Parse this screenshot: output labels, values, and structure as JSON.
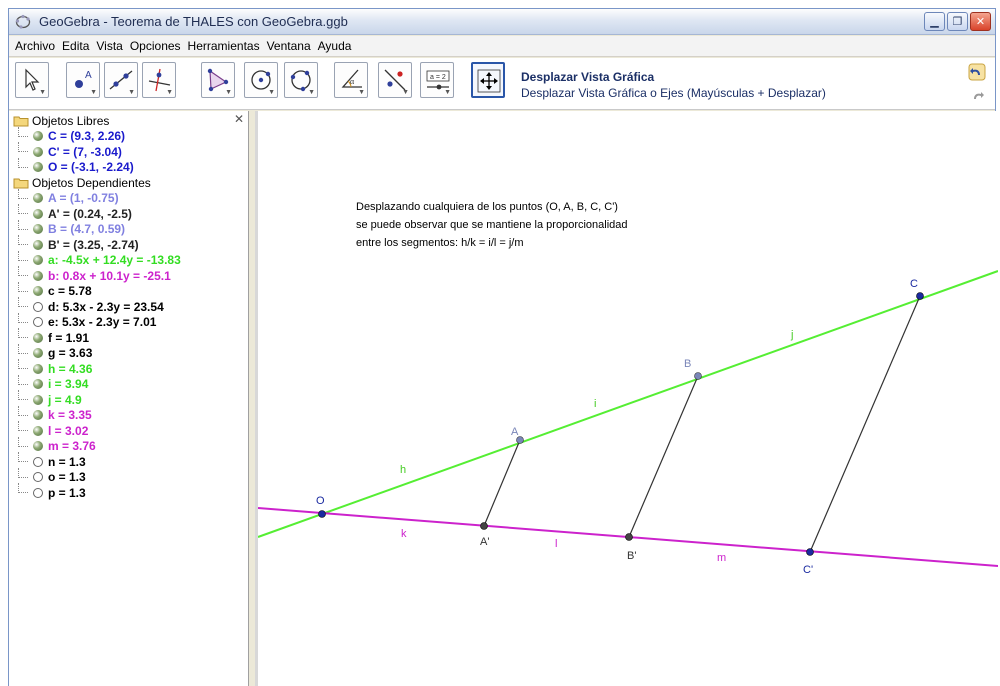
{
  "window": {
    "title": "GeoGebra - Teorema de THALES con GeoGebra.ggb"
  },
  "menu": [
    "Archivo",
    "Edita",
    "Vista",
    "Opciones",
    "Herramientas",
    "Ventana",
    "Ayuda"
  ],
  "toolbar": {
    "tools": [
      "move-tool",
      "point-tool",
      "line-tool",
      "perpendicular-line-tool",
      "polygon-tool",
      "circle-center-point-tool",
      "circle-three-points-tool",
      "angle-tool",
      "reflect-tool",
      "slider-tool",
      "move-graphics-view-tool"
    ],
    "slider_tool_label": "a = 2",
    "active_tool_title": "Desplazar Vista Gráfica",
    "active_tool_help": "Desplazar Vista Gráfica o Ejes (Mayúsculas + Desplazar)"
  },
  "algebra": {
    "free_folder": "Objetos Libres",
    "dependent_folder": "Objetos Dependientes",
    "free": [
      {
        "text": "C = (9.3, 2.26)",
        "color": "#1a1acc",
        "visible": true
      },
      {
        "text": "C' = (7, -3.04)",
        "color": "#1a1acc",
        "visible": true
      },
      {
        "text": "O = (-3.1, -2.24)",
        "color": "#1a1acc",
        "visible": true
      }
    ],
    "dependent": [
      {
        "text": "A = (1, -0.75)",
        "color": "#8080e0",
        "visible": true
      },
      {
        "text": "A' = (0.24, -2.5)",
        "color": "#222222",
        "visible": true
      },
      {
        "text": "B = (4.7, 0.59)",
        "color": "#8080e0",
        "visible": true
      },
      {
        "text": "B' = (3.25, -2.74)",
        "color": "#222222",
        "visible": true
      },
      {
        "text": "a: -4.5x + 12.4y = -13.83",
        "color": "#33dd22",
        "visible": true
      },
      {
        "text": "b: 0.8x + 10.1y = -25.1",
        "color": "#cc22cc",
        "visible": true
      },
      {
        "text": "c = 5.78",
        "color": "#000000",
        "visible": true
      },
      {
        "text": "d: 5.3x - 2.3y = 23.54",
        "color": "#000000",
        "visible": false
      },
      {
        "text": "e: 5.3x - 2.3y = 7.01",
        "color": "#000000",
        "visible": false
      },
      {
        "text": "f = 1.91",
        "color": "#000000",
        "visible": true
      },
      {
        "text": "g = 3.63",
        "color": "#000000",
        "visible": true
      },
      {
        "text": "h = 4.36",
        "color": "#33dd22",
        "visible": true
      },
      {
        "text": "i = 3.94",
        "color": "#33dd22",
        "visible": true
      },
      {
        "text": "j = 4.9",
        "color": "#33dd22",
        "visible": true
      },
      {
        "text": "k = 3.35",
        "color": "#cc22cc",
        "visible": true
      },
      {
        "text": "l = 3.02",
        "color": "#cc22cc",
        "visible": true
      },
      {
        "text": "m = 3.76",
        "color": "#cc22cc",
        "visible": true
      },
      {
        "text": "n = 1.3",
        "color": "#000000",
        "visible": false
      },
      {
        "text": "o = 1.3",
        "color": "#000000",
        "visible": false
      },
      {
        "text": "p = 1.3",
        "color": "#000000",
        "visible": false
      }
    ]
  },
  "graphics": {
    "note_lines": [
      "Desplazando cualquiera de los puntos (O, A, B, C, C')",
      "se puede observar que se mantiene la proporcionalidad",
      "entre los segmentos: h/k = i/l = j/m"
    ],
    "colors": {
      "line_a": "#55ee33",
      "line_b": "#cc22cc",
      "segment": "#333333",
      "point_free": "#1a2aa0",
      "point_dep": "#7a86b8"
    },
    "points": [
      "O",
      "A",
      "B",
      "C",
      "A'",
      "B'",
      "C'"
    ],
    "segment_labels": [
      "h",
      "i",
      "j",
      "k",
      "l",
      "m"
    ]
  }
}
